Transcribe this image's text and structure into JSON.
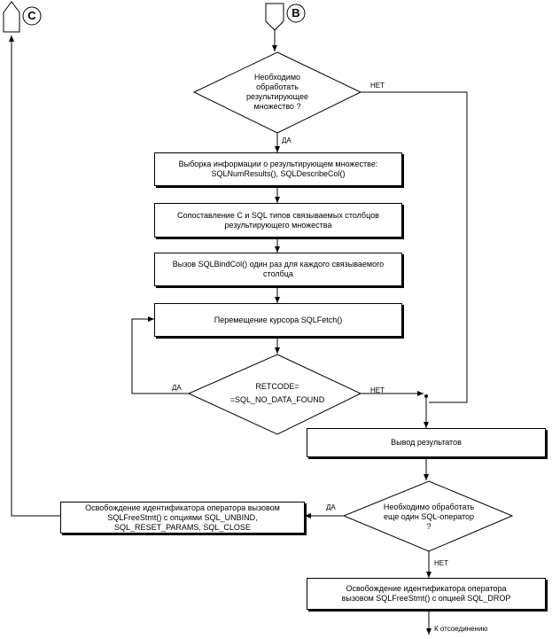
{
  "connectors": {
    "c": "C",
    "b": "B"
  },
  "nodes": {
    "decision_process": "Необходимо обработать результирующее множество ?",
    "fetch_info": "Выборка информации о результирующем множестве: SQLNumResults(), SQLDescribeCol()",
    "match_types": "Сопоставление C и SQL типов связываемых столбцов результирующего множества",
    "bind_col": "Вызов SQLBindCol() один раз для каждого связываемого столбца",
    "move_cursor": "Перемещение курсора SQLFetch()",
    "decision_retcode_line1": "RETCODE=",
    "decision_retcode_line2": "=SQL_NO_DATA_FOUND",
    "output": "Вывод результатов",
    "decision_more": "Необходимо обработать еще один SQL-оператор ?",
    "free_stmt_unbind": "Освобождение идентификатора оператора вызовом SQLFreeStmt() с опциями SQL_UNBIND, SQL_RESET_PARAMS, SQL_CLOSE",
    "free_stmt_drop": "Освобождение идентификатора оператора вызовом SQLFreeStmt() с опцией SQL_DROP"
  },
  "edge_labels": {
    "yes1": "ДА",
    "no1": "НЕТ",
    "yes2": "ДА",
    "no2": "НЕТ",
    "yes3": "ДА",
    "no3": "НЕТ",
    "to_disconnect": "К отсоединению"
  }
}
